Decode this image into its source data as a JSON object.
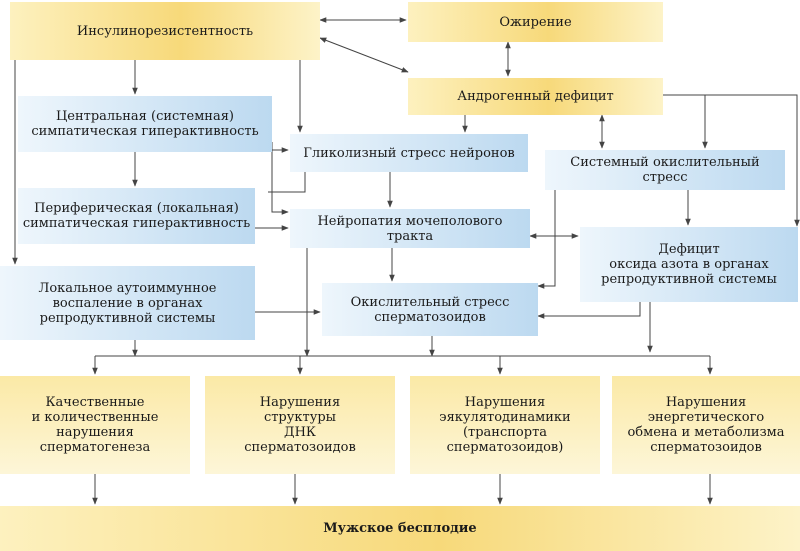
{
  "nodes": {
    "insulin": "Инсулинорезистентность",
    "obesity": "Ожирение",
    "androgen": "Андрогенный дефицит",
    "central": "Центральная (системная)\nсимпатическая гиперактивность",
    "glycolytic": "Гликолизный стресс нейронов",
    "systemic_ox": "Системный окислительный стресс",
    "peripheral": "Периферическая (локальная)\nсимпатическая гиперактивность",
    "neuropathy": "Нейропатия мочеполового тракта",
    "no_deficit": "Дефицит\nоксида азота в органах\nрепродуктивной системы",
    "autoimmune": "Локальное аутоиммунное\nвоспаление в органах\nрепродуктивной системы",
    "sperm_ox": "Окислительный стресс\nсперматозоидов",
    "effect1": "Качественные\nи количественные\nнарушения\nсперматогенеза",
    "effect2": "Нарушения\nструктуры\nДНК\nсперматозоидов",
    "effect3": "Нарушения\nэякулятодинамики\n(транспорта\nсперматозоидов)",
    "effect4": "Нарушения\nэнергетического\nобмена и метаболизма\nсперматозоидов",
    "result": "Мужское бесплодие"
  },
  "colors": {
    "arrow": "#444444",
    "yellow": "#f7d97a",
    "blue": "#bcd9f0"
  }
}
